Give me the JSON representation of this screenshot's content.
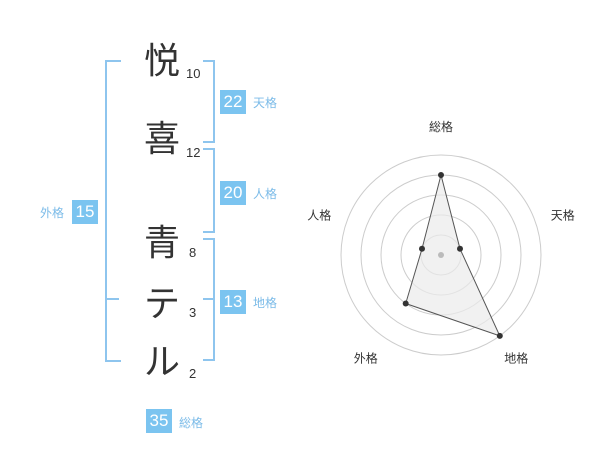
{
  "name_chars": [
    {
      "char": "悦",
      "strokes": "10"
    },
    {
      "char": "喜",
      "strokes": "12"
    },
    {
      "char": "青",
      "strokes": "8"
    },
    {
      "char": "テ",
      "strokes": "3"
    },
    {
      "char": "ル",
      "strokes": "2"
    }
  ],
  "kaku": {
    "tenkaku": {
      "value": "22",
      "label": "天格"
    },
    "jinkaku": {
      "value": "20",
      "label": "人格"
    },
    "chikaku": {
      "value": "13",
      "label": "地格"
    },
    "gaikaku": {
      "value": "15",
      "label": "外格"
    },
    "soukaku": {
      "value": "35",
      "label": "総格"
    }
  },
  "chart_data": {
    "type": "radar",
    "axes": [
      "総格",
      "天格",
      "地格",
      "外格",
      "人格"
    ],
    "values": [
      4,
      1,
      5,
      3,
      1
    ],
    "max": 5,
    "rings": 5,
    "colors": {
      "fill": "#ebebeb",
      "line": "#555555",
      "point": "#333333",
      "grid": "#cccccc"
    }
  }
}
